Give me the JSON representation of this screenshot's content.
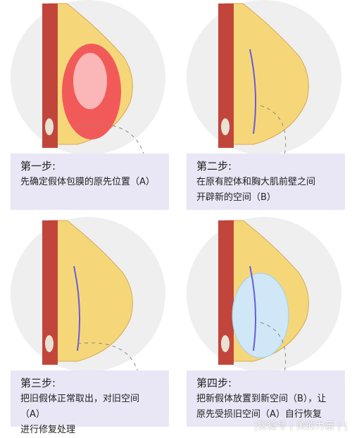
{
  "steps": [
    {
      "title": "第一步:",
      "text": "先确定假体包膜的原先位置（A）"
    },
    {
      "title": "第二步:",
      "text": "在原有腔体和胸大肌前壁之间\n开辟新的空间（B）"
    },
    {
      "title": "第三步:",
      "text": "把旧假体正常取出，对旧空间（A）\n进行修复处理"
    },
    {
      "title": "第四步:",
      "text": "把新假体放置到新空间（B），让\n原先受损旧空间（A）自行恢复"
    }
  ],
  "watermark": "|搜狐号 | 美的力量 | |",
  "colors": {
    "caption_bg": "#e9e7f5",
    "muscle": "#c2453b",
    "fat": "#f5d77a",
    "old_implant": "#f25a5a",
    "new_implant": "#cfe7f7",
    "glow": "#ececec"
  }
}
